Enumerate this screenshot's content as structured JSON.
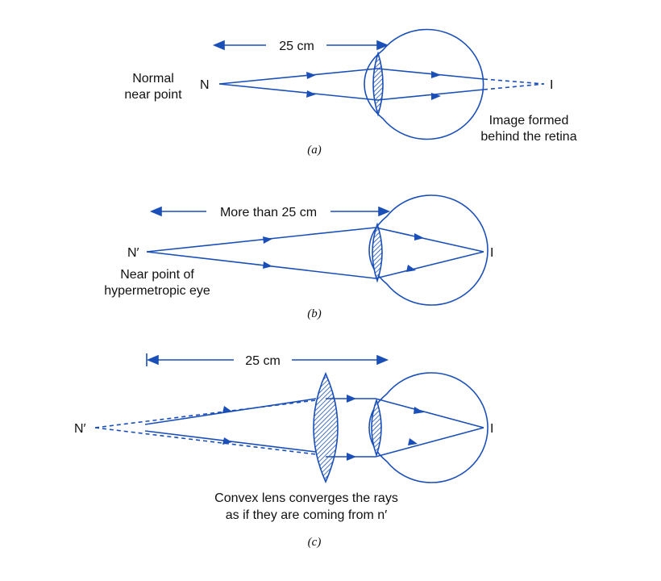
{
  "colors": {
    "ray": "#1a4fb8",
    "text": "#111111",
    "lens_fill": "#3566c6"
  },
  "panel_a": {
    "distance_label": "25 cm",
    "object_label": "N",
    "object_caption": [
      "Normal",
      "near point"
    ],
    "image_label": "I",
    "image_caption": [
      "Image formed",
      "behind the retina"
    ],
    "caption": "(a)"
  },
  "panel_b": {
    "distance_label": "More than 25 cm",
    "object_label": "N′",
    "object_caption": [
      "Near point of",
      "hypermetropic eye"
    ],
    "image_label": "I",
    "caption": "(b)"
  },
  "panel_c": {
    "distance_label": "25 cm",
    "object_label": "N′",
    "image_label": "I",
    "bottom_caption": [
      "Convex lens converges the rays",
      "as if they are coming from n′"
    ],
    "caption": "(c)"
  }
}
